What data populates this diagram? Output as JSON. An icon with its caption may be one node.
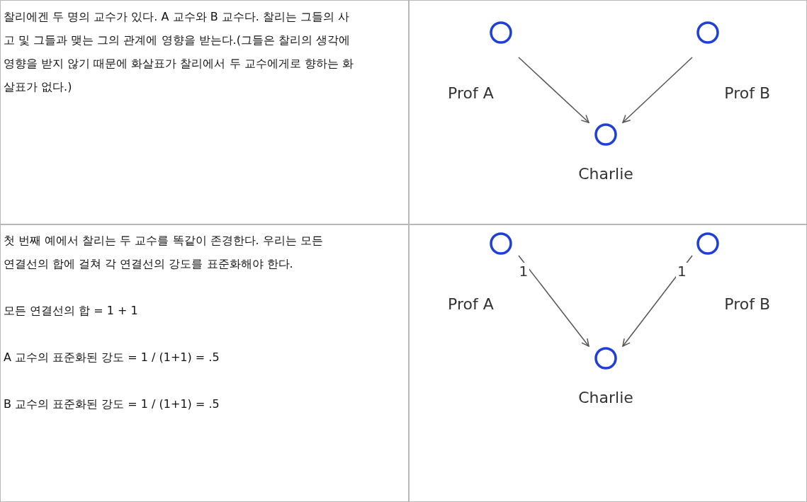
{
  "diagram": {
    "nodes": [
      {
        "text": [
          "Prof A"
        ]
      },
      {
        "text": [
          "Prof B"
        ]
      },
      {
        "text": [
          "Charlie"
        ]
      },
      {
        "text": [
          "Prof A"
        ]
      },
      {
        "text": [
          "Prof B"
        ]
      },
      {
        "text": [
          "Charlie"
        ]
      }
    ],
    "edges": [
      {
        "from": 0,
        "to": 2,
        "arrow": "to"
      },
      {
        "from": 1,
        "to": 2,
        "arrow": "to"
      },
      {
        "from": 3,
        "to": 5,
        "arrow": "to",
        "label": "1"
      },
      {
        "from": 4,
        "to": 5,
        "arrow": "to",
        "label": "1"
      }
    ],
    "labels": [
      "찰리에겐 두 명의 교수가 있다. A 교수와 B 교수다. 찰리는 그들의 사고 및 그들과 맺는 그의 관계에 영향을 받는다.(그들은 찰리의 생각에 영향을 받지 않기 때문에 화살표가 찰리에서 두 교수에게로 향하는 화살표가 없다.)",
      "첫 번째 예에서 찰리는 두 교수를 똑같이 존경한다. 우리는 모든 연결선의 합에 걸쳐 각 연결선의 강도를 표준화해야 한다.",
      "모든 연결선의 합 = 1 + 1",
      "A 교수의 표준화된 강도 = 1 / (1+1) = .5",
      "B 교수의 표준화된 강도 = 1 / (1+1) = .5"
    ]
  }
}
